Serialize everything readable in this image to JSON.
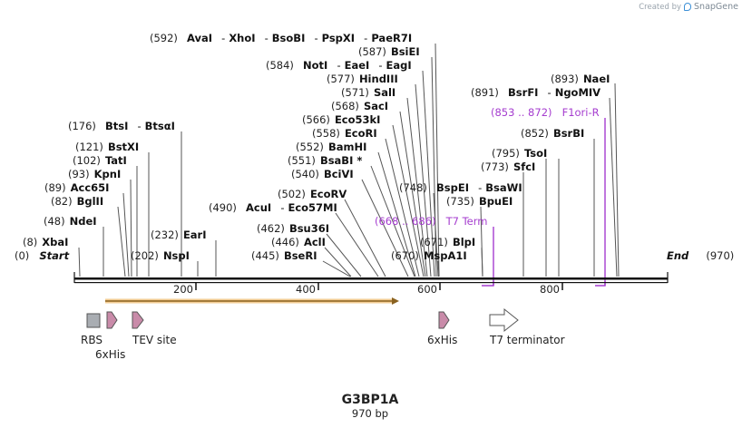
{
  "credit": {
    "prefix": "Created by",
    "brand": "SnapGene"
  },
  "title": "G3BP1A",
  "length_label": "970 bp",
  "ruler": {
    "ticks": [
      "200",
      "400",
      "600",
      "800"
    ]
  },
  "ends": {
    "start": {
      "pos": "(0)",
      "name": "Start"
    },
    "end": {
      "pos": "(970)",
      "name": "End"
    }
  },
  "sites": [
    {
      "pos": "(592)",
      "names": [
        "AvaI",
        "XhoI",
        "BsoBI",
        "PspXI",
        "PaeR7I"
      ]
    },
    {
      "pos": "(587)",
      "names": [
        "BsiEI"
      ]
    },
    {
      "pos": "(584)",
      "names": [
        "NotI",
        "EaeI",
        "EagI"
      ]
    },
    {
      "pos": "(577)",
      "names": [
        "HindIII"
      ]
    },
    {
      "pos": "(571)",
      "names": [
        "SalI"
      ]
    },
    {
      "pos": "(568)",
      "names": [
        "SacI"
      ]
    },
    {
      "pos": "(566)",
      "names": [
        "Eco53kI"
      ]
    },
    {
      "pos": "(558)",
      "names": [
        "EcoRI"
      ]
    },
    {
      "pos": "(552)",
      "names": [
        "BamHI"
      ]
    },
    {
      "pos": "(551)",
      "names": [
        "BsaBI *"
      ]
    },
    {
      "pos": "(540)",
      "names": [
        "BciVI"
      ]
    },
    {
      "pos": "(502)",
      "names": [
        "EcoRV"
      ]
    },
    {
      "pos": "(490)",
      "names": [
        "AcuI",
        "Eco57MI"
      ]
    },
    {
      "pos": "(462)",
      "names": [
        "Bsu36I"
      ]
    },
    {
      "pos": "(446)",
      "names": [
        "AclI"
      ]
    },
    {
      "pos": "(445)",
      "names": [
        "BseRI"
      ]
    },
    {
      "pos": "(176)",
      "names": [
        "BtsI",
        "BtsαI"
      ]
    },
    {
      "pos": "(121)",
      "names": [
        "BstXI"
      ]
    },
    {
      "pos": "(102)",
      "names": [
        "TatI"
      ]
    },
    {
      "pos": "(93)",
      "names": [
        "KpnI"
      ]
    },
    {
      "pos": "(89)",
      "names": [
        "Acc65I"
      ]
    },
    {
      "pos": "(82)",
      "names": [
        "BglII"
      ]
    },
    {
      "pos": "(48)",
      "names": [
        "NdeI"
      ]
    },
    {
      "pos": "(8)",
      "names": [
        "XbaI"
      ]
    },
    {
      "pos": "(232)",
      "names": [
        "EarI"
      ]
    },
    {
      "pos": "(202)",
      "names": [
        "NspI"
      ]
    },
    {
      "pos": "(748)",
      "names": [
        "BspEI",
        "BsaWI"
      ]
    },
    {
      "pos": "(735)",
      "names": [
        "BpuEI"
      ]
    },
    {
      "pos": "(671)",
      "names": [
        "BlpI"
      ]
    },
    {
      "pos": "(670)",
      "names": [
        "MspA1I"
      ]
    },
    {
      "pos": "(893)",
      "names": [
        "NaeI"
      ]
    },
    {
      "pos": "(891)",
      "names": [
        "BsrFI",
        "NgoMIV"
      ]
    },
    {
      "pos": "(852)",
      "names": [
        "BsrBI"
      ]
    },
    {
      "pos": "(795)",
      "names": [
        "TsoI"
      ]
    },
    {
      "pos": "(773)",
      "names": [
        "SfcI"
      ]
    }
  ],
  "primers": [
    {
      "range": "(853 .. 872)",
      "name": "F1ori-R",
      "color": "#a53dcf"
    },
    {
      "range": "(668 .. 686)",
      "name": "T7 Term",
      "color": "#a53dcf"
    }
  ],
  "features": {
    "rbs": "RBS",
    "sixhis_a": "6xHis",
    "tev": "TEV site",
    "sixhis_b": "6xHis",
    "t7term": "T7 terminator"
  },
  "colors": {
    "orf": "#e8a33c",
    "rbs": "#a9adb2",
    "tag": "#c98ba9",
    "terminator": "#ffffff",
    "primer": "#a53dcf"
  }
}
